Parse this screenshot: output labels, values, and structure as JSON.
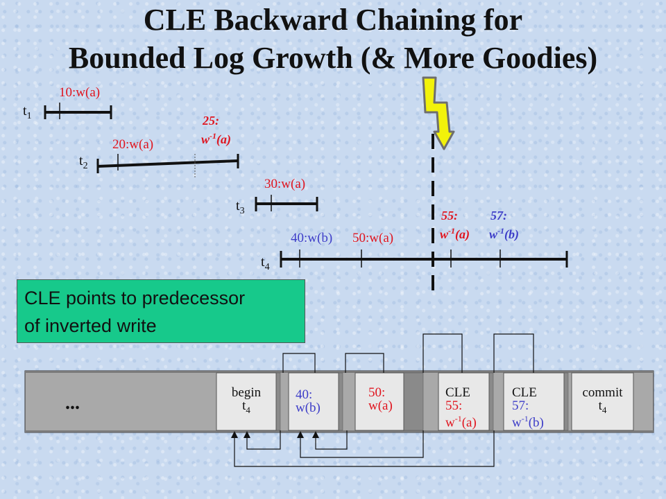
{
  "title": {
    "line1": "CLE Backward Chaining for",
    "line2": "Bounded Log Growth (& More Goodies)"
  },
  "timeline": {
    "transactions": [
      {
        "base": "t",
        "sub": "1"
      },
      {
        "base": "t",
        "sub": "2"
      },
      {
        "base": "t",
        "sub": "3"
      },
      {
        "base": "t",
        "sub": "4"
      }
    ],
    "ops": {
      "w10": "10:w(a)",
      "w20": "20:w(a)",
      "w25_num": "25:",
      "w25_op": "w",
      "w25_sup": "-1",
      "w25_arg": "(a)",
      "w30": "30:w(a)",
      "w40": "40:w(b)",
      "w50": "50:w(a)",
      "w55_num": "55:",
      "w55_op": "w",
      "w55_sup": "-1",
      "w55_arg": "(a)",
      "w57_num": "57:",
      "w57_op": "w",
      "w57_sup": "-1",
      "w57_arg": "(b)"
    }
  },
  "note": {
    "line1": "CLE points to predecessor",
    "line2": "of inverted write"
  },
  "log": {
    "ellipsis": "...",
    "records": [
      {
        "line1": "begin",
        "line2_base": "t",
        "line2_sub": "4"
      },
      {
        "line1": "40:",
        "line2": "w(b)"
      },
      {
        "line1": "50:",
        "line2": "w(a)"
      },
      {
        "line1": "CLE",
        "line2": "55:",
        "line3_base": "w",
        "line3_sup": "-1",
        "line3_arg": "(a)"
      },
      {
        "line1": "CLE",
        "line2": "57:",
        "line3_base": "w",
        "line3_sup": "-1",
        "line3_arg": "(b)"
      },
      {
        "line1": "commit",
        "line2_base": "t",
        "line2_sub": "4"
      }
    ]
  },
  "colors": {
    "red": "#e0141e",
    "blue": "#3d3dc8",
    "crash_bolt": "#f2f20a",
    "note_bg": "#17c98b",
    "log_bg": "#a9a9a9"
  }
}
